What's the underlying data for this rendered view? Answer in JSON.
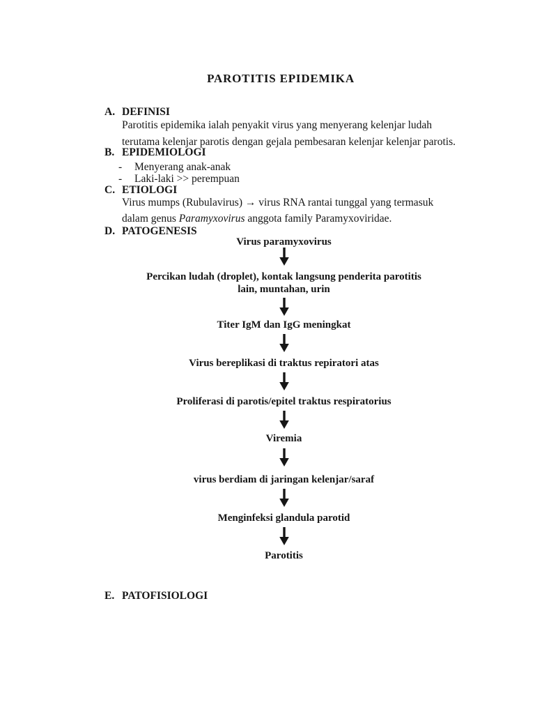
{
  "page": {
    "title": "PAROTITIS EPIDEMIKA"
  },
  "sections": {
    "definisi": {
      "label": "A.",
      "heading": "DEFINISI",
      "line1": "Parotitis epidemika ialah penyakit virus yang menyerang kelenjar ludah",
      "line2": "terutama kelenjar parotis dengan gejala pembesaran kelenjar kelenjar parotis."
    },
    "epidemiologi": {
      "label": "B.",
      "heading": "EPIDEMIOLOGI",
      "bullet_marker": "-",
      "bullet1": "Menyerang anak-anak",
      "bullet2": "Laki-laki >> perempuan"
    },
    "etiologi": {
      "label": "C.",
      "heading": "ETIOLOGI",
      "line1": "Virus mumps (Rubulavirus) → virus RNA rantai tunggal yang termasuk",
      "line2_prefix": "dalam genus ",
      "line2_italic": "Paramyxovirus",
      "line2_suffix": " anggota family Paramyxoviridae."
    },
    "patogenesis": {
      "label": "D.",
      "heading": "PATOGENESIS"
    },
    "patofisiologi": {
      "label": "E.",
      "heading": "PATOFISIOLOGI"
    }
  },
  "flowchart": {
    "steps": [
      "Virus paramyxovirus",
      "Percikan ludah (droplet), kontak langsung penderita parotitis\nlain, muntahan, urin",
      "Titer IgM dan IgG meningkat",
      "Virus bereplikasi di traktus repiratori atas",
      "Proliferasi di parotis/epitel traktus respiratorius",
      "Viremia",
      "virus berdiam di jaringan kelenjar/saraf",
      "Menginfeksi glandula parotid",
      "Parotitis"
    ]
  },
  "colors": {
    "ink": "#161616",
    "paper": "#ffffff"
  }
}
